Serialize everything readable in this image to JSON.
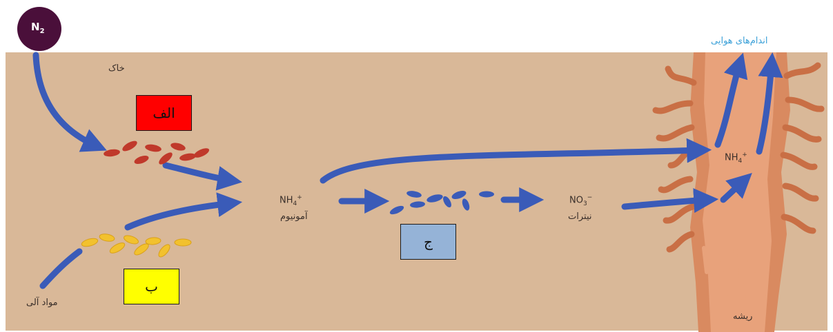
{
  "labels": {
    "n2": "N",
    "n2_sub": "2",
    "soil": "خاک",
    "organic_matter": "مواد آلی",
    "ammonium_formula": "NH",
    "ammonium_sub": "4",
    "ammonium_sup": "+",
    "ammonium_name": "آمونیوم",
    "nitrate_formula": "NO",
    "nitrate_sub": "3",
    "nitrate_sup": "−",
    "nitrate_name": "نیترات",
    "aerial_organs": "اندام‌های هوایی",
    "root": "ریشه",
    "root_nh4_formula": "NH",
    "root_nh4_sub": "4",
    "root_nh4_sup": "+"
  },
  "boxes": {
    "a": {
      "text": "الف",
      "color": "#ff0000"
    },
    "b": {
      "text": "ب",
      "color": "#ffff00"
    },
    "c": {
      "text": "ج",
      "color": "#95b3d7"
    }
  },
  "colors": {
    "soil": "#d9b898",
    "arrow": "#3a5bb8",
    "red_bacteria": "#c0392b",
    "yellow_bacteria": "#f2c12e",
    "blue_bacteria": "#3a5bb8",
    "root": "#d9845a",
    "aerial_label": "#3aa0d8"
  }
}
